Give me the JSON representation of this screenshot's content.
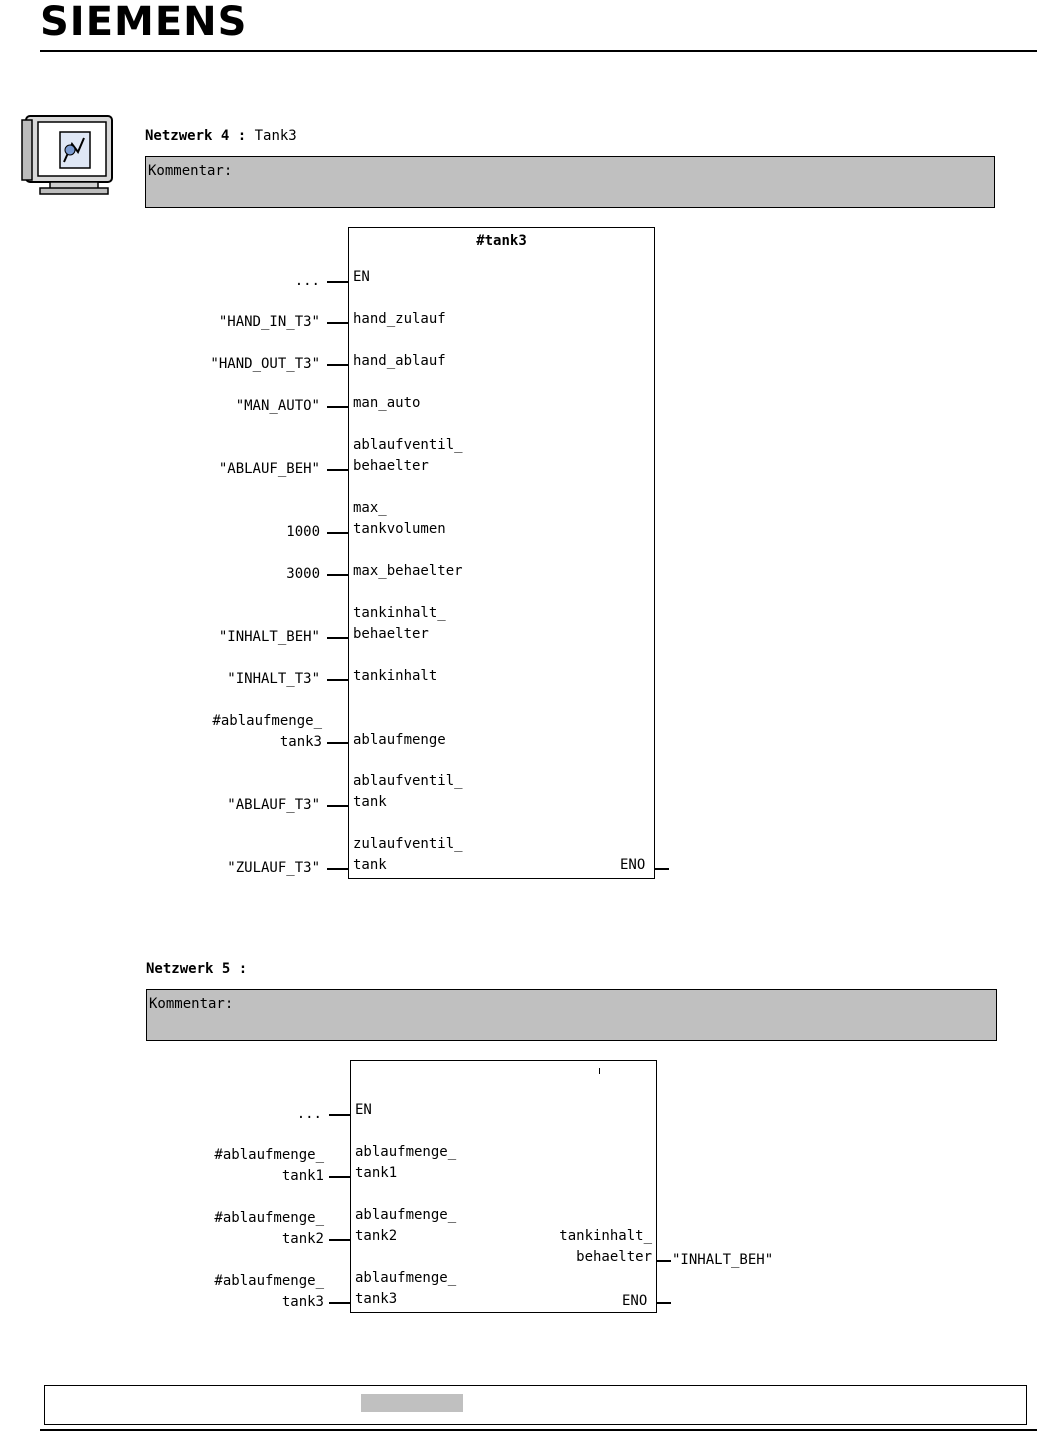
{
  "header": {
    "brand": "SIEMENS"
  },
  "network4": {
    "title_prefix": "Netzwerk 4",
    "title_sep": " : ",
    "title_name": "Tank3",
    "comment": "Kommentar:",
    "block": {
      "name": "#tank3",
      "inputs": [
        {
          "signal": "...",
          "pin": "EN"
        },
        {
          "signal": "\"HAND_IN_T3\"",
          "pin": "hand_zulauf"
        },
        {
          "signal": "\"HAND_OUT_T3\"",
          "pin": "hand_ablauf"
        },
        {
          "signal": "\"MAN_AUTO\"",
          "pin": "man_auto"
        },
        {
          "signal": "\"ABLAUF_BEH\"",
          "pin": "ablaufventil_\nbehaelter"
        },
        {
          "signal": "1000",
          "pin": "max_\ntankvolumen"
        },
        {
          "signal": "3000",
          "pin": "max_behaelter"
        },
        {
          "signal": "\"INHALT_BEH\"",
          "pin": "tankinhalt_\nbehaelter"
        },
        {
          "signal": "\"INHALT_T3\"",
          "pin": "tankinhalt"
        },
        {
          "signal": "#ablaufmenge_\ntank3",
          "pin": "ablaufmenge"
        },
        {
          "signal": "\"ABLAUF_T3\"",
          "pin": "ablaufventil_\ntank"
        },
        {
          "signal": "\"ZULAUF_T3\"",
          "pin": "zulaufventil_\ntank"
        }
      ],
      "eno": "ENO"
    }
  },
  "network5": {
    "title_prefix": "Netzwerk 5",
    "title_sep": " :",
    "comment": "Kommentar:",
    "block": {
      "inputs": [
        {
          "signal": "...",
          "pin": "EN"
        },
        {
          "signal": "#ablaufmenge_\ntank1",
          "pin": "ablaufmenge_\ntank1"
        },
        {
          "signal": "#ablaufmenge_\ntank2",
          "pin": "ablaufmenge_\ntank2"
        },
        {
          "signal": "#ablaufmenge_\ntank3",
          "pin": "ablaufmenge_\ntank3"
        }
      ],
      "output_pin": "tankinhalt_\nbehaelter",
      "output_signal": "\"INHALT_BEH\"",
      "eno": "ENO"
    }
  },
  "icons": {
    "monitor": "monitor-software-icon"
  }
}
